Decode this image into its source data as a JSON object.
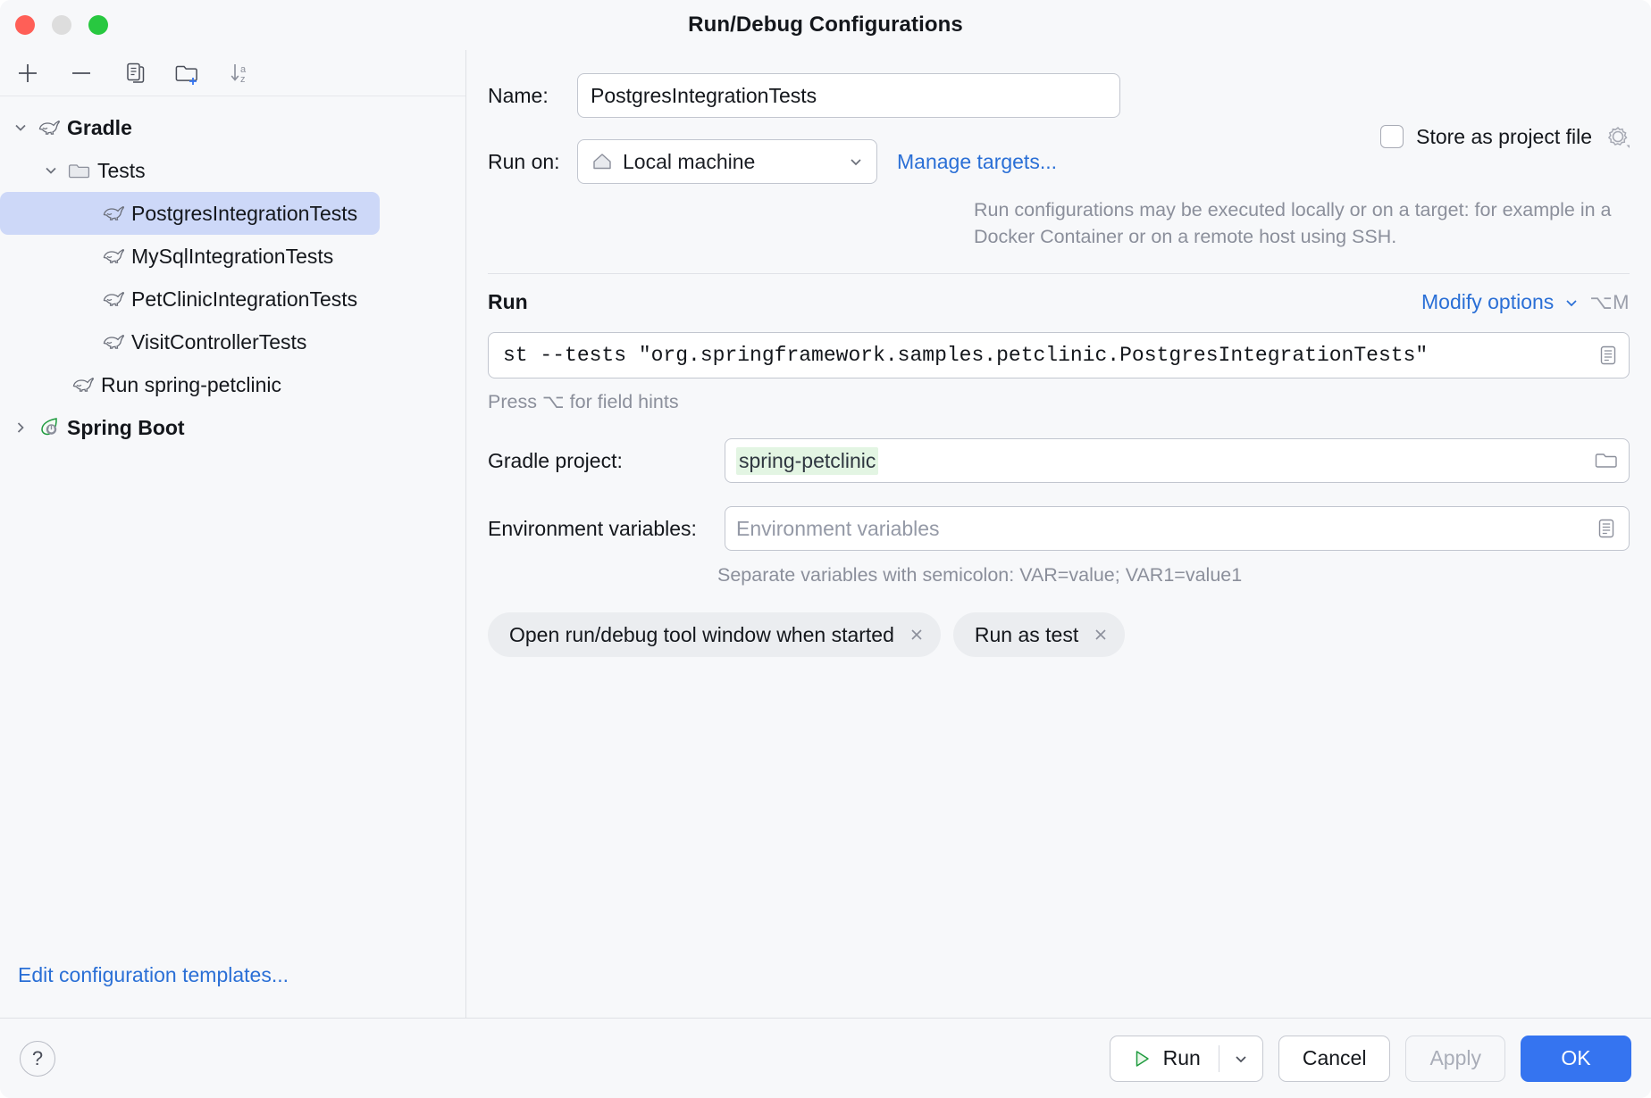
{
  "window": {
    "title": "Run/Debug Configurations",
    "traffic_lights": [
      "close",
      "minimize",
      "zoom"
    ]
  },
  "sidebar": {
    "toolbar": [
      {
        "name": "add-configuration-button",
        "icon": "plus-icon"
      },
      {
        "name": "remove-configuration-button",
        "icon": "minus-icon"
      },
      {
        "name": "copy-configuration-button",
        "icon": "copy-icon"
      },
      {
        "name": "new-folder-button",
        "icon": "folder-add-icon"
      },
      {
        "name": "sort-configurations-button",
        "icon": "sort-az-icon"
      }
    ],
    "tree": [
      {
        "label": "Gradle",
        "icon": "gradle-elephant-icon",
        "indent": 0,
        "chevron": "down",
        "bold": true,
        "selected": false
      },
      {
        "label": "Tests",
        "icon": "folder-icon",
        "indent": 1,
        "chevron": "down",
        "bold": false,
        "selected": false
      },
      {
        "label": "PostgresIntegrationTests",
        "icon": "gradle-elephant-icon",
        "indent": 3,
        "chevron": "none",
        "bold": false,
        "selected": true
      },
      {
        "label": "MySqlIntegrationTests",
        "icon": "gradle-elephant-icon",
        "indent": 3,
        "chevron": "none",
        "bold": false,
        "selected": false
      },
      {
        "label": "PetClinicIntegrationTests",
        "icon": "gradle-elephant-icon",
        "indent": 3,
        "chevron": "none",
        "bold": false,
        "selected": false
      },
      {
        "label": "VisitControllerTests",
        "icon": "gradle-elephant-icon",
        "indent": 3,
        "chevron": "none",
        "bold": false,
        "selected": false
      },
      {
        "label": "Run spring-petclinic",
        "icon": "gradle-elephant-icon",
        "indent": 2,
        "chevron": "none",
        "bold": false,
        "selected": false
      },
      {
        "label": "Spring Boot",
        "icon": "spring-boot-leaf-icon",
        "indent": 0,
        "chevron": "right",
        "bold": true,
        "selected": false
      }
    ],
    "edit_templates_link": "Edit configuration templates..."
  },
  "form": {
    "name_label": "Name:",
    "name_value": "PostgresIntegrationTests",
    "store_as_project_file_label": "Store as project file",
    "store_as_project_file_checked": false,
    "run_on_label": "Run on:",
    "run_on_value": "Local machine",
    "run_on_icon": "home-icon",
    "manage_targets_link": "Manage targets...",
    "run_on_hint": "Run configurations may be executed locally or on a target: for example in a Docker Container or on a remote host using SSH.",
    "section_title": "Run",
    "modify_options_link": "Modify options",
    "modify_options_shortcut": "⌥M",
    "command_value": "st --tests \"org.springframework.samples.petclinic.PostgresIntegrationTests\"",
    "field_hint": "Press ⌥ for field hints",
    "gradle_project_label": "Gradle project:",
    "gradle_project_value": "spring-petclinic",
    "env_label": "Environment variables:",
    "env_placeholder": "Environment variables",
    "env_hint": "Separate variables with semicolon: VAR=value; VAR1=value1",
    "chips": [
      {
        "label": "Open run/debug tool window when started"
      },
      {
        "label": "Run as test"
      }
    ]
  },
  "footer": {
    "help_label": "?",
    "run_label": "Run",
    "cancel_label": "Cancel",
    "apply_label": "Apply",
    "apply_enabled": false,
    "ok_label": "OK"
  },
  "colors": {
    "accent": "#3574f0",
    "link": "#2a6fd6",
    "selection": "#cdd8f8",
    "highlight_green": "#e3f5e3",
    "traffic_red": "#ff5f57",
    "traffic_yellow": "#dddddd",
    "traffic_green": "#28c840"
  }
}
